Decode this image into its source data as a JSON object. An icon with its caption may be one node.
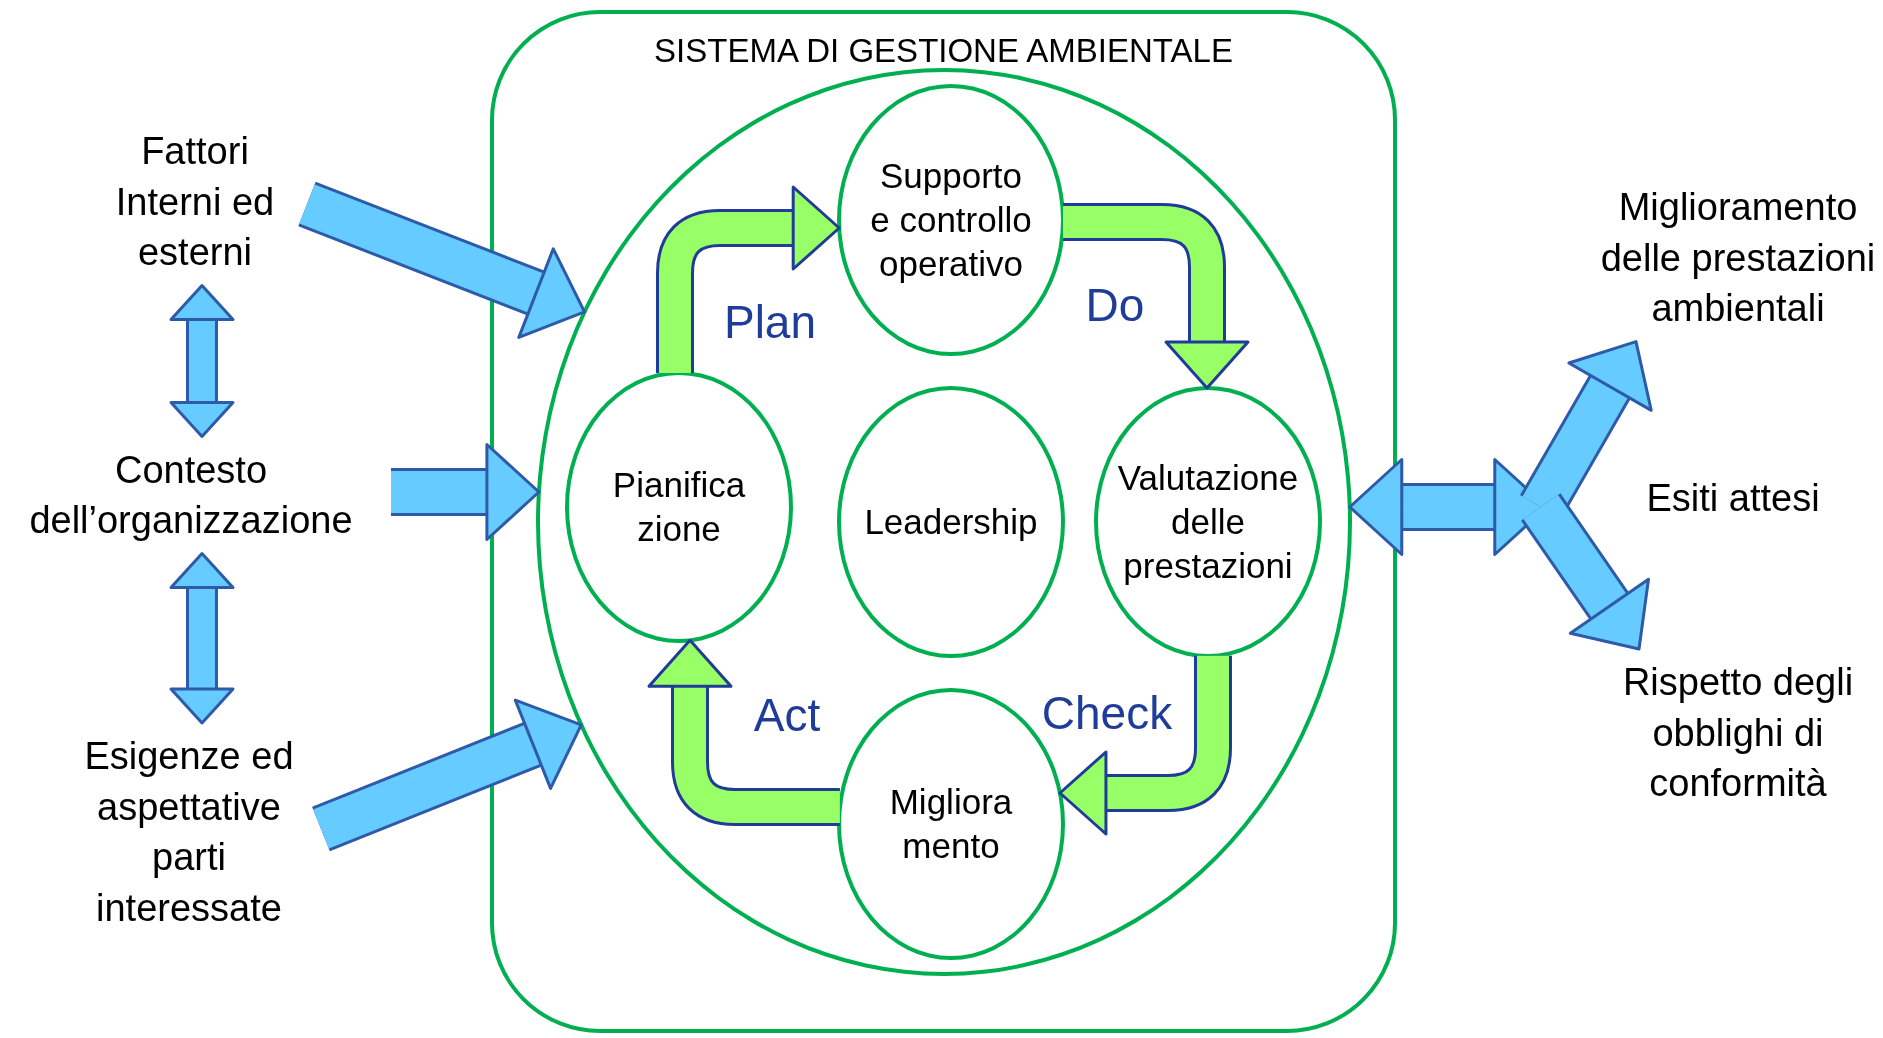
{
  "diagram": {
    "nodes": [
      {
        "text": [
          "SISTEMA DI GESTIONE AMBIENTALE"
        ]
      },
      {
        "text": [],
        "shape": "ellipse",
        "in": 0
      },
      {
        "text": [
          "Supporto e controllo operativo"
        ],
        "in": 1
      },
      {
        "text": [
          "Pianifica zione"
        ],
        "in": 1
      },
      {
        "text": [
          "Leadership"
        ],
        "in": 1
      },
      {
        "text": [
          "Valutazione delle prestazioni"
        ],
        "in": 1
      },
      {
        "text": [
          "Migliora mento"
        ],
        "in": 1
      },
      {
        "text": [
          "Fattori Interni ed esterni"
        ]
      },
      {
        "text": [
          "Contesto dell’organizzazione"
        ]
      },
      {
        "text": [
          "Esigenze ed aspettative parti interessate"
        ]
      },
      {
        "text": [
          "Miglioramento delle prestazioni ambientali"
        ]
      },
      {
        "text": [
          "Rispetto degli obblighi di conformità"
        ]
      }
    ],
    "edges": [
      {
        "from": 7,
        "to": 1,
        "arrow": "to"
      },
      {
        "from": 8,
        "to": 1,
        "arrow": "to"
      },
      {
        "from": 9,
        "to": 1,
        "arrow": "to"
      },
      {
        "from": 7,
        "to": 8,
        "arrow": "both"
      },
      {
        "from": 8,
        "to": 9,
        "arrow": "both"
      },
      {
        "from": 3,
        "to": 2,
        "arrow": "to",
        "label": "Plan"
      },
      {
        "from": 2,
        "to": 5,
        "arrow": "to",
        "label": "Do"
      },
      {
        "from": 5,
        "to": 6,
        "arrow": "to",
        "label": "Check"
      },
      {
        "from": 6,
        "to": 3,
        "arrow": "to",
        "label": "Act"
      },
      {
        "from": 1,
        "to": 10,
        "arrow": "both"
      },
      {
        "from": 1,
        "to": 11,
        "arrow": "both"
      }
    ],
    "labels": [
      "Esiti attesi"
    ]
  }
}
